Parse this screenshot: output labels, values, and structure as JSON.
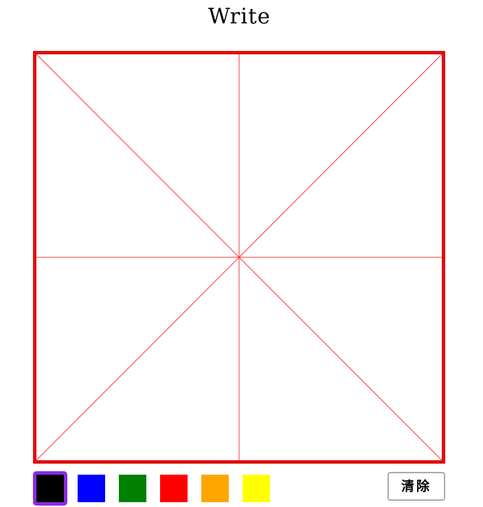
{
  "header": {
    "title": "Write"
  },
  "board": {
    "border_color": "#e00f0f",
    "guide_color": "#ff3030",
    "guide_style": "米字格"
  },
  "palette": {
    "selected_index": 0,
    "selected_border_color": "#8a2be2",
    "colors": [
      {
        "name": "black",
        "hex": "#000000"
      },
      {
        "name": "blue",
        "hex": "#0000ff"
      },
      {
        "name": "green",
        "hex": "#008000"
      },
      {
        "name": "red",
        "hex": "#ff0000"
      },
      {
        "name": "orange",
        "hex": "#ffa500"
      },
      {
        "name": "yellow",
        "hex": "#ffff00"
      }
    ]
  },
  "toolbar": {
    "clear_label": "清除"
  }
}
